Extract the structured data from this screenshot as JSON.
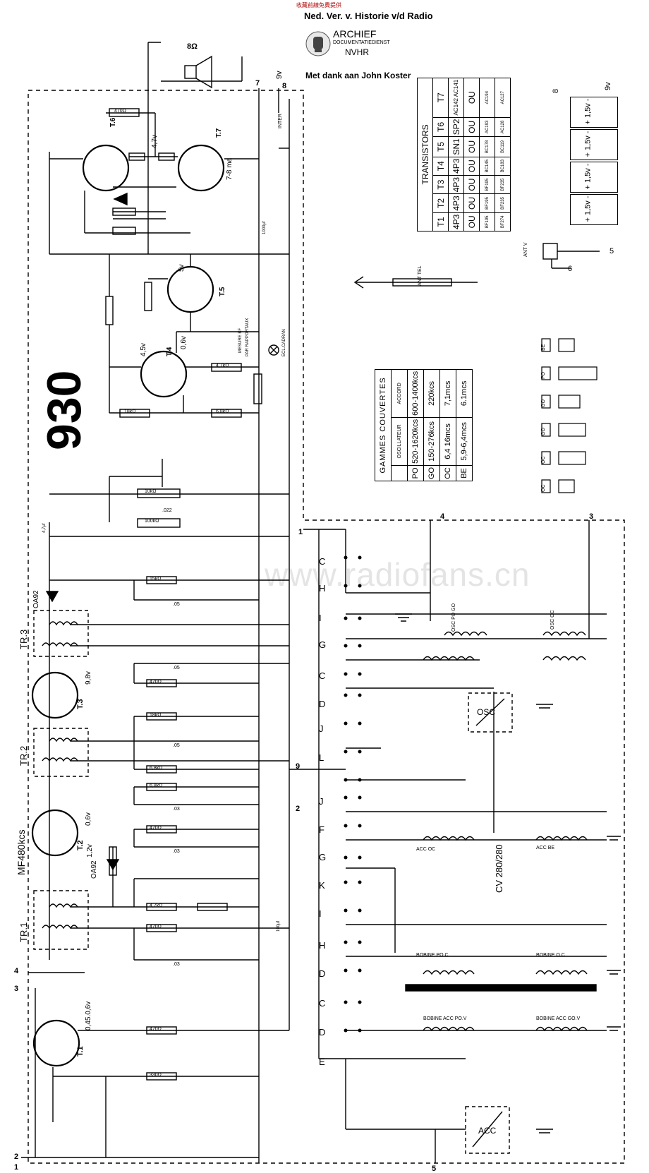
{
  "header": {
    "top_note": "收藏前線免費提供",
    "society": "Ned. Ver. v. Historie v/d Radio",
    "archive": "ARCHIEF",
    "service": "DOCUMENTATIEDIENST",
    "org": "NVHR",
    "thanks": "Met dank aan John Koster"
  },
  "model_number": "930",
  "watermark": "www.radiofans.cn",
  "transistor_table": {
    "title": "TRANSISTORS",
    "headers": [
      "T1",
      "T2",
      "T3",
      "T4",
      "T5",
      "T6",
      "T7"
    ],
    "row1": [
      "4P3",
      "4P3",
      "4P3",
      "4P3",
      "SN1",
      "SP2",
      "AC142",
      "AC141"
    ],
    "row2": [
      "OU",
      "OU",
      "OU",
      "OU",
      "OU",
      "OU",
      "OU"
    ],
    "row3": [
      "BF195",
      "BF195",
      "BF195",
      "BC145",
      "BC178",
      "AC193",
      "AC194"
    ],
    "row4": [
      "BF274",
      "BF235",
      "BF235",
      "BC183",
      "BC119",
      "AC128",
      "AC127"
    ]
  },
  "band_table": {
    "title": "GAMMES    COUVERTES",
    "col_osc": "OSCILLATEUR",
    "col_acc": "ACCORD",
    "rows": [
      {
        "band": "PO",
        "osc": "520-1620kcs",
        "acc": "600-1400kcs"
      },
      {
        "band": "GO",
        "osc": "150-276kcs",
        "acc": "220kcs"
      },
      {
        "band": "OC",
        "osc": "6,4   16mcs",
        "acc": "7,1mcs"
      },
      {
        "band": "BE",
        "osc": "5,9-6,4mcs",
        "acc": "6.1mcs"
      }
    ]
  },
  "battery": {
    "cells": [
      "+ 1,5v -",
      "+ 1,5v -",
      "+ 1,5v -",
      "+ 1,5v -"
    ],
    "plus_label": "+",
    "minus_label": "-",
    "v9": "9v",
    "term8": "8",
    "term5": "5",
    "term6": "6",
    "ant": "ANT V"
  },
  "labels": {
    "speaker": "8Ω",
    "term7": "7",
    "term8": "8",
    "v9": "9v",
    "inter": "INTER",
    "t6": "T.6",
    "t7": "T.7",
    "t5": "T.5",
    "t4": "T.4",
    "t3": "T.3",
    "t2": "T.2",
    "t1": "T.1",
    "ma": "7-8 ma",
    "v5": "5v",
    "v47": "4,7v",
    "v45": "4,5v",
    "v06a": "0,6v",
    "v06b": "0,6v",
    "v12": "1,2v",
    "v98": "9,8v",
    "v045": "0,45.0,6v",
    "mesure": "MESURE BF",
    "rapport": "PAR RAPPORTAUX",
    "ecl": "ECL.CADRAN",
    "ant_tel": "ANT TEL",
    "tr3": "TR.3",
    "tr2": "TR.2",
    "tr1": "TR.1",
    "mf": "MF480kcs",
    "oa92a": "OA92",
    "oa92b": "OA92",
    "osc": "OSC",
    "acc": "ACC",
    "cv": "CV 280/280",
    "osc_po": "OSC PO GO",
    "osc_oc": "OSC OC",
    "acc_oc": "ACC OC",
    "acc_be": "ACC BE",
    "bob_po": "BOBINE PO.C",
    "bob_oc": "BOBINE O.C",
    "bob_acc_po": "BOBINE ACC PO.V",
    "bob_acc_go": "BOBINE ACC GO.V",
    "r470": "470Ω",
    "r10k": "10kΩ",
    "r100k": "100kΩ",
    "r47k": "4,7kΩ",
    "r68k": "6,8kΩ",
    "r18k": "18kΩ",
    "r330": "330Ω",
    "r220": "220Ω",
    "r470k": "470Ω",
    "r15k": "15kΩ",
    "c05": ".05",
    "c022": ".022",
    "c03": ".03",
    "c1000": "1000μf",
    "c100": "100μf",
    "c47": "4,7μf",
    "n1": "1",
    "n2": "2",
    "n3": "3",
    "n4": "4",
    "n5": "5",
    "n9": "9",
    "sw": [
      "C",
      "H",
      "I",
      "G",
      "C",
      "D",
      "J",
      "L",
      "J",
      "F",
      "G",
      "K",
      "I",
      "H",
      "D",
      "C",
      "D",
      "E"
    ],
    "blocks": [
      "BE",
      "PO",
      "GO",
      "GO",
      "OC",
      "OC"
    ]
  }
}
